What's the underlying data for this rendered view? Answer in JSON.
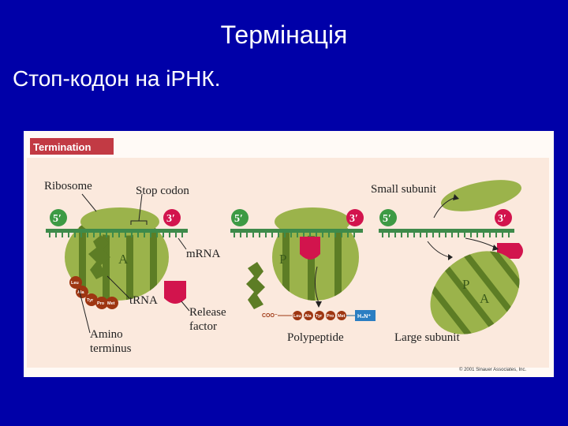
{
  "slide": {
    "title": "Термінація",
    "subtitle": "Стоп-кодон на іРНК."
  },
  "figure": {
    "header": "Termination",
    "labels": {
      "ribosome": "Ribosome",
      "stop_codon": "Stop codon",
      "mrna": "mRNA",
      "trna": "tRNA",
      "release_factor_1": "Release",
      "release_factor_2": "factor",
      "amino_1": "Amino",
      "amino_2": "terminus",
      "polypeptide": "Polypeptide",
      "small_subunit": "Small subunit",
      "large_subunit": "Large subunit"
    },
    "primes": {
      "five": "5′",
      "three": "3′"
    },
    "sites": {
      "a": "A",
      "p": "P"
    },
    "amino_acids": [
      "Leu",
      "Ala",
      "Tyr",
      "Pro",
      "Met"
    ],
    "terminals": {
      "coo": "COO⁻",
      "h3n": "H₃N⁺"
    },
    "copyright": "© 2001 Sinauer Associates, Inc.",
    "colors": {
      "background": "#0000a8",
      "panel": "#fdf2ea",
      "ribosome": "#9bb34b",
      "ribosome_dark": "#5d7d25",
      "mrna": "#3e8a4a",
      "prime_circle": "#3d9a44",
      "release_factor": "#d2144d",
      "amino_acid": "#9e3612",
      "header": "#c23a44"
    }
  }
}
